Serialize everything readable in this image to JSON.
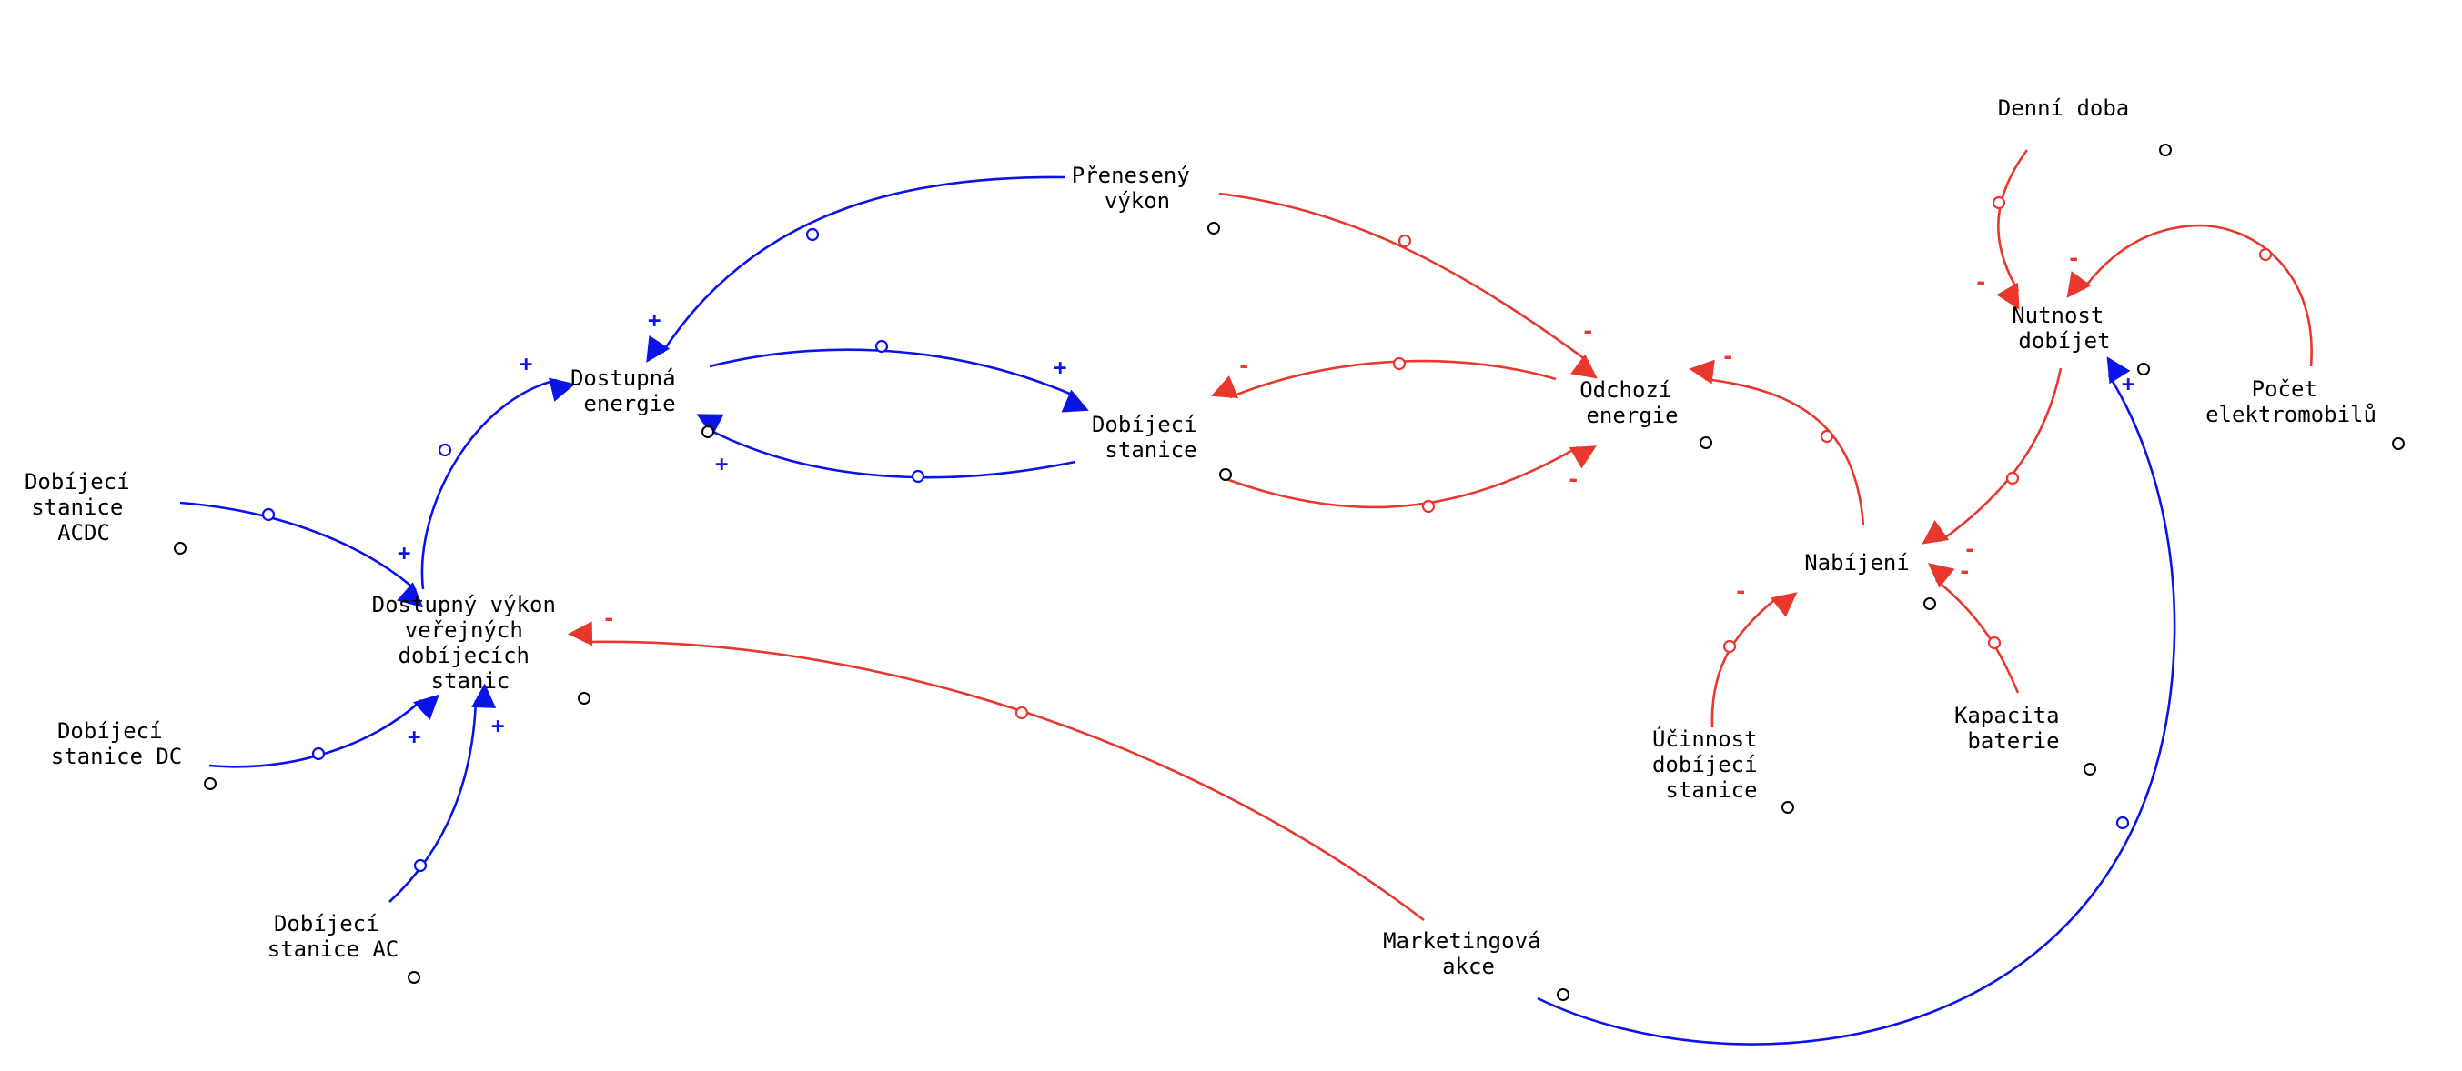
{
  "colors": {
    "positive": "#0a14e6",
    "negative": "#e8382e",
    "text": "#000000"
  },
  "nodes": {
    "prenaseny_vykon": {
      "lines": [
        "Přenesený",
        "výkon"
      ]
    },
    "denni_doba": {
      "lines": [
        "Denní doba"
      ]
    },
    "dostupna_energie": {
      "lines": [
        "Dostupná",
        "energie"
      ]
    },
    "dobijeci_stanice": {
      "lines": [
        "Dobíjecí",
        "stanice"
      ]
    },
    "odchozi_energie": {
      "lines": [
        "Odchozí",
        "energie"
      ]
    },
    "nutnost_dobijet": {
      "lines": [
        "Nutnost",
        "dobíjet"
      ]
    },
    "pocet_elektromobilu": {
      "lines": [
        "Počet",
        "elektromobilů"
      ]
    },
    "dobijeci_stanice_acdc": {
      "lines": [
        "Dobíjecí",
        "stanice",
        "ACDC"
      ]
    },
    "dostupny_vykon": {
      "lines": [
        "Dostupný výkon",
        "veřejných",
        "dobíjecích",
        "stanic"
      ]
    },
    "nabijeni": {
      "lines": [
        "Nabíjení"
      ]
    },
    "dobijeci_stanice_dc": {
      "lines": [
        "Dobíjecí",
        "stanice DC"
      ]
    },
    "ucinnost": {
      "lines": [
        "Účinnost",
        "dobíjecí",
        "stanice"
      ]
    },
    "kapacita_baterie": {
      "lines": [
        "Kapacita",
        "baterie"
      ]
    },
    "dobijeci_stanice_ac": {
      "lines": [
        "Dobíjecí",
        "stanice AC"
      ]
    },
    "marketingova_akce": {
      "lines": [
        "Marketingová",
        "akce"
      ]
    }
  },
  "links": [
    {
      "from": "prenaseny_vykon",
      "to": "dostupna_energie",
      "polarity": "+"
    },
    {
      "from": "prenaseny_vykon",
      "to": "odchozi_energie",
      "polarity": "-"
    },
    {
      "from": "dostupna_energie",
      "to": "dobijeci_stanice",
      "polarity": "+"
    },
    {
      "from": "dobijeci_stanice",
      "to": "dostupna_energie",
      "polarity": "+"
    },
    {
      "from": "odchozi_energie",
      "to": "dobijeci_stanice",
      "polarity": "-"
    },
    {
      "from": "dobijeci_stanice",
      "to": "odchozi_energie",
      "polarity": "-"
    },
    {
      "from": "dostupny_vykon",
      "to": "dostupna_energie",
      "polarity": "+"
    },
    {
      "from": "dobijeci_stanice_acdc",
      "to": "dostupny_vykon",
      "polarity": "+"
    },
    {
      "from": "dobijeci_stanice_dc",
      "to": "dostupny_vykon",
      "polarity": "+"
    },
    {
      "from": "dobijeci_stanice_ac",
      "to": "dostupny_vykon",
      "polarity": "+"
    },
    {
      "from": "marketingova_akce",
      "to": "dostupny_vykon",
      "polarity": "-"
    },
    {
      "from": "marketingova_akce",
      "to": "nutnost_dobijet",
      "polarity": "+"
    },
    {
      "from": "denni_doba",
      "to": "nutnost_dobijet",
      "polarity": "-"
    },
    {
      "from": "pocet_elektromobilu",
      "to": "nutnost_dobijet",
      "polarity": "-"
    },
    {
      "from": "nutnost_dobijet",
      "to": "nabijeni",
      "polarity": "-"
    },
    {
      "from": "nabijeni",
      "to": "odchozi_energie",
      "polarity": "-"
    },
    {
      "from": "ucinnost",
      "to": "nabijeni",
      "polarity": "-"
    },
    {
      "from": "kapacita_baterie",
      "to": "nabijeni",
      "polarity": "-"
    }
  ]
}
